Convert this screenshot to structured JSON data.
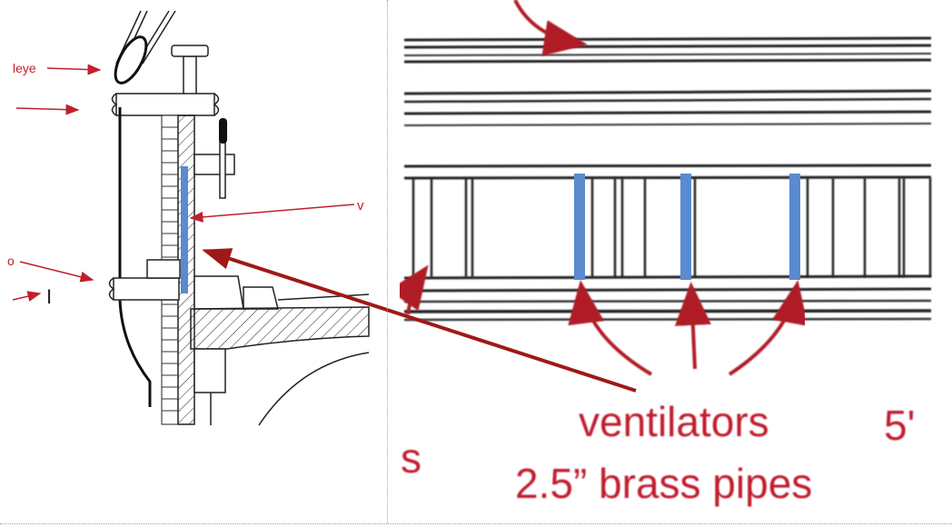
{
  "left_labels": {
    "eye": "leye",
    "v": "v",
    "o": "o",
    "bar": "I"
  },
  "right_labels": {
    "ventilators": "ventilators",
    "five_ft": "5'",
    "brass_pipes": "2.5” brass pipes",
    "s_fragment": "s"
  },
  "colors": {
    "annotation_red": "#c0202c",
    "arrow_dark_red": "#a01818",
    "pipe_blue": "#5a8ad0",
    "line_dark": "#1a1a1a"
  }
}
